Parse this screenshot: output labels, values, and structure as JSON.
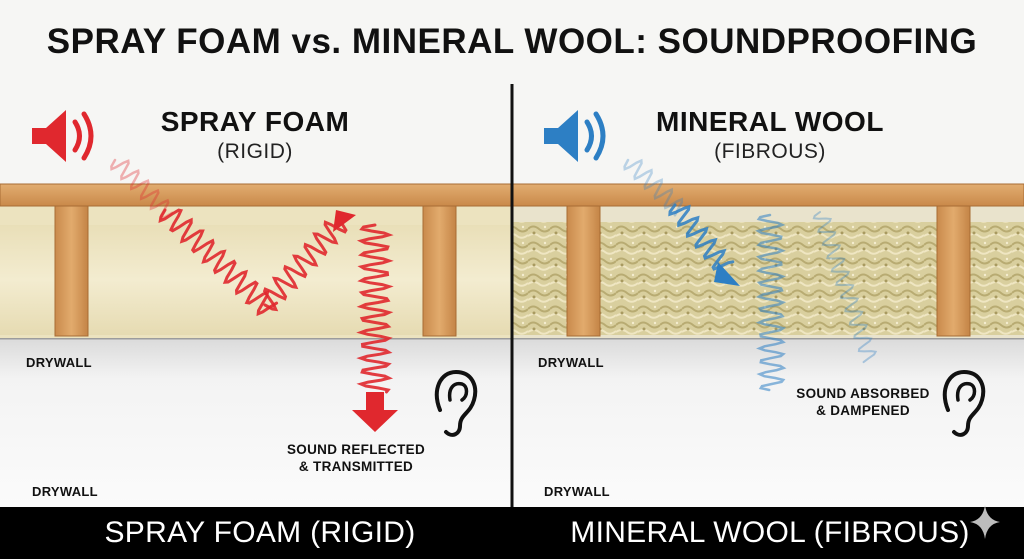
{
  "title": "SPRAY FOAM vs. MINERAL WOOL: SOUNDPROOFING",
  "left_panel": {
    "heading": "SPRAY FOAM",
    "subheading": "(RIGID)",
    "drywall_top": "DRYWALL",
    "drywall_bottom": "DRYWALL",
    "caption_line1": "SOUND REFLECTED",
    "caption_line2": "& TRANSMITTED",
    "footer": "SPRAY FOAM (RIGID)",
    "wave_color": "#e0282e"
  },
  "right_panel": {
    "heading": "MINERAL WOOL",
    "subheading": "(FIBROUS)",
    "drywall_top": "DRYWALL",
    "drywall_bottom": "DRYWALL",
    "caption_line1": "SOUND ABSORBED",
    "caption_line2": "& DAMPENED",
    "footer": "MINERAL WOOL (FIBROUS)",
    "wave_color": "#2d7fc4"
  },
  "icons": [
    "speaker-icon",
    "ear-icon",
    "sparkle-icon"
  ],
  "colors": {
    "wood": "#d59a5c",
    "foam": "#efe6c4",
    "wool": "#d8cd9a",
    "divider": "#111111"
  }
}
